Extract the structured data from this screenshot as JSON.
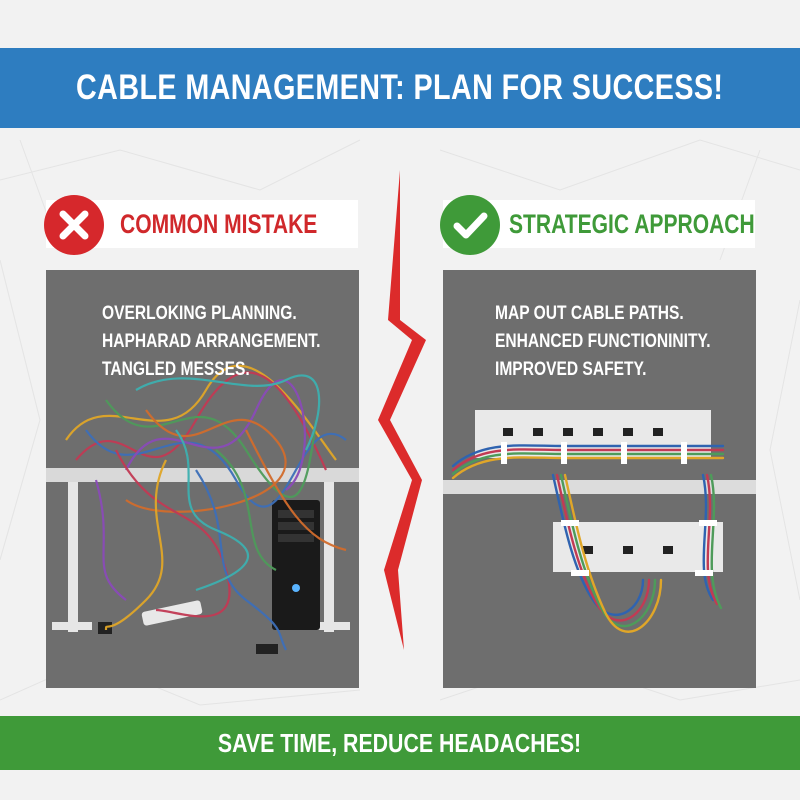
{
  "header": {
    "title": "CABLE MANAGEMENT: PLAN FOR SUCCESS!"
  },
  "left_panel": {
    "icon": "x-mark-icon",
    "title": "COMMON MISTAKE",
    "lines": [
      "OVERLOKING PLANNING.",
      "HAPHARAD ARRANGEMENT.",
      "TANGLED MESSES."
    ]
  },
  "right_panel": {
    "icon": "check-mark-icon",
    "title": "STRATEGIC APPROACH",
    "lines": [
      "MAP OUT CABLE PATHS.",
      "ENHANCED FUNCTIONINITY.",
      "IMPROVED SAFETY."
    ]
  },
  "footer": {
    "text": "SAVE TIME, REDUCE HEADACHES!"
  },
  "colors": {
    "header_blue": "#2e7dc0",
    "mistake_red": "#d6282c",
    "approach_green": "#3f9a39",
    "panel_gray": "#6e6e6e"
  }
}
